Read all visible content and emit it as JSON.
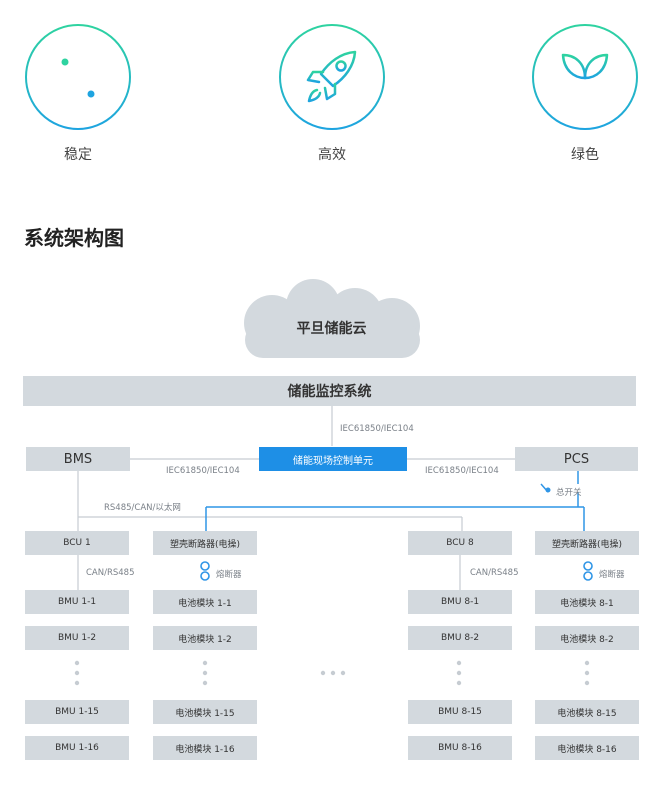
{
  "features": [
    {
      "label": "稳定",
      "icon": "waveform-bars-icon"
    },
    {
      "label": "高效",
      "icon": "rocket-icon"
    },
    {
      "label": "绿色",
      "icon": "sprout-icon"
    }
  ],
  "section_title": "系统架构图",
  "diagram": {
    "cloud": "平旦储能云",
    "monitor": "储能监控系统",
    "bms": "BMS",
    "pcs": "PCS",
    "control_unit": "储能现场控制单元",
    "protocol_top": "IEC61850/IEC104",
    "protocol_left": "IEC61850/IEC104",
    "protocol_right": "IEC61850/IEC104",
    "main_switch": "总开关",
    "bus_label": "RS485/CAN/以太网",
    "group1": {
      "bcu": "BCU 1",
      "breaker": "塑壳断路器(电操)",
      "can": "CAN/RS485",
      "fuse": "熔断器",
      "bmu": [
        "BMU 1-1",
        "BMU 1-2",
        "BMU 1-15",
        "BMU 1-16"
      ],
      "modules": [
        "电池模块 1-1",
        "电池模块 1-2",
        "电池模块 1-15",
        "电池模块 1-16"
      ]
    },
    "group8": {
      "bcu": "BCU 8",
      "breaker": "塑壳断路器(电操)",
      "can": "CAN/RS485",
      "fuse": "熔断器",
      "bmu": [
        "BMU 8-1",
        "BMU 8-2",
        "BMU 8-15",
        "BMU 8-16"
      ],
      "modules": [
        "电池模块 8-1",
        "电池模块 8-2",
        "电池模块 8-15",
        "电池模块 8-16"
      ]
    }
  },
  "colors": {
    "accent_green": "#2ed3a0",
    "accent_blue": "#1e8fe6",
    "box_gray": "#d3d9de",
    "line_gray": "#c6ccd2"
  }
}
